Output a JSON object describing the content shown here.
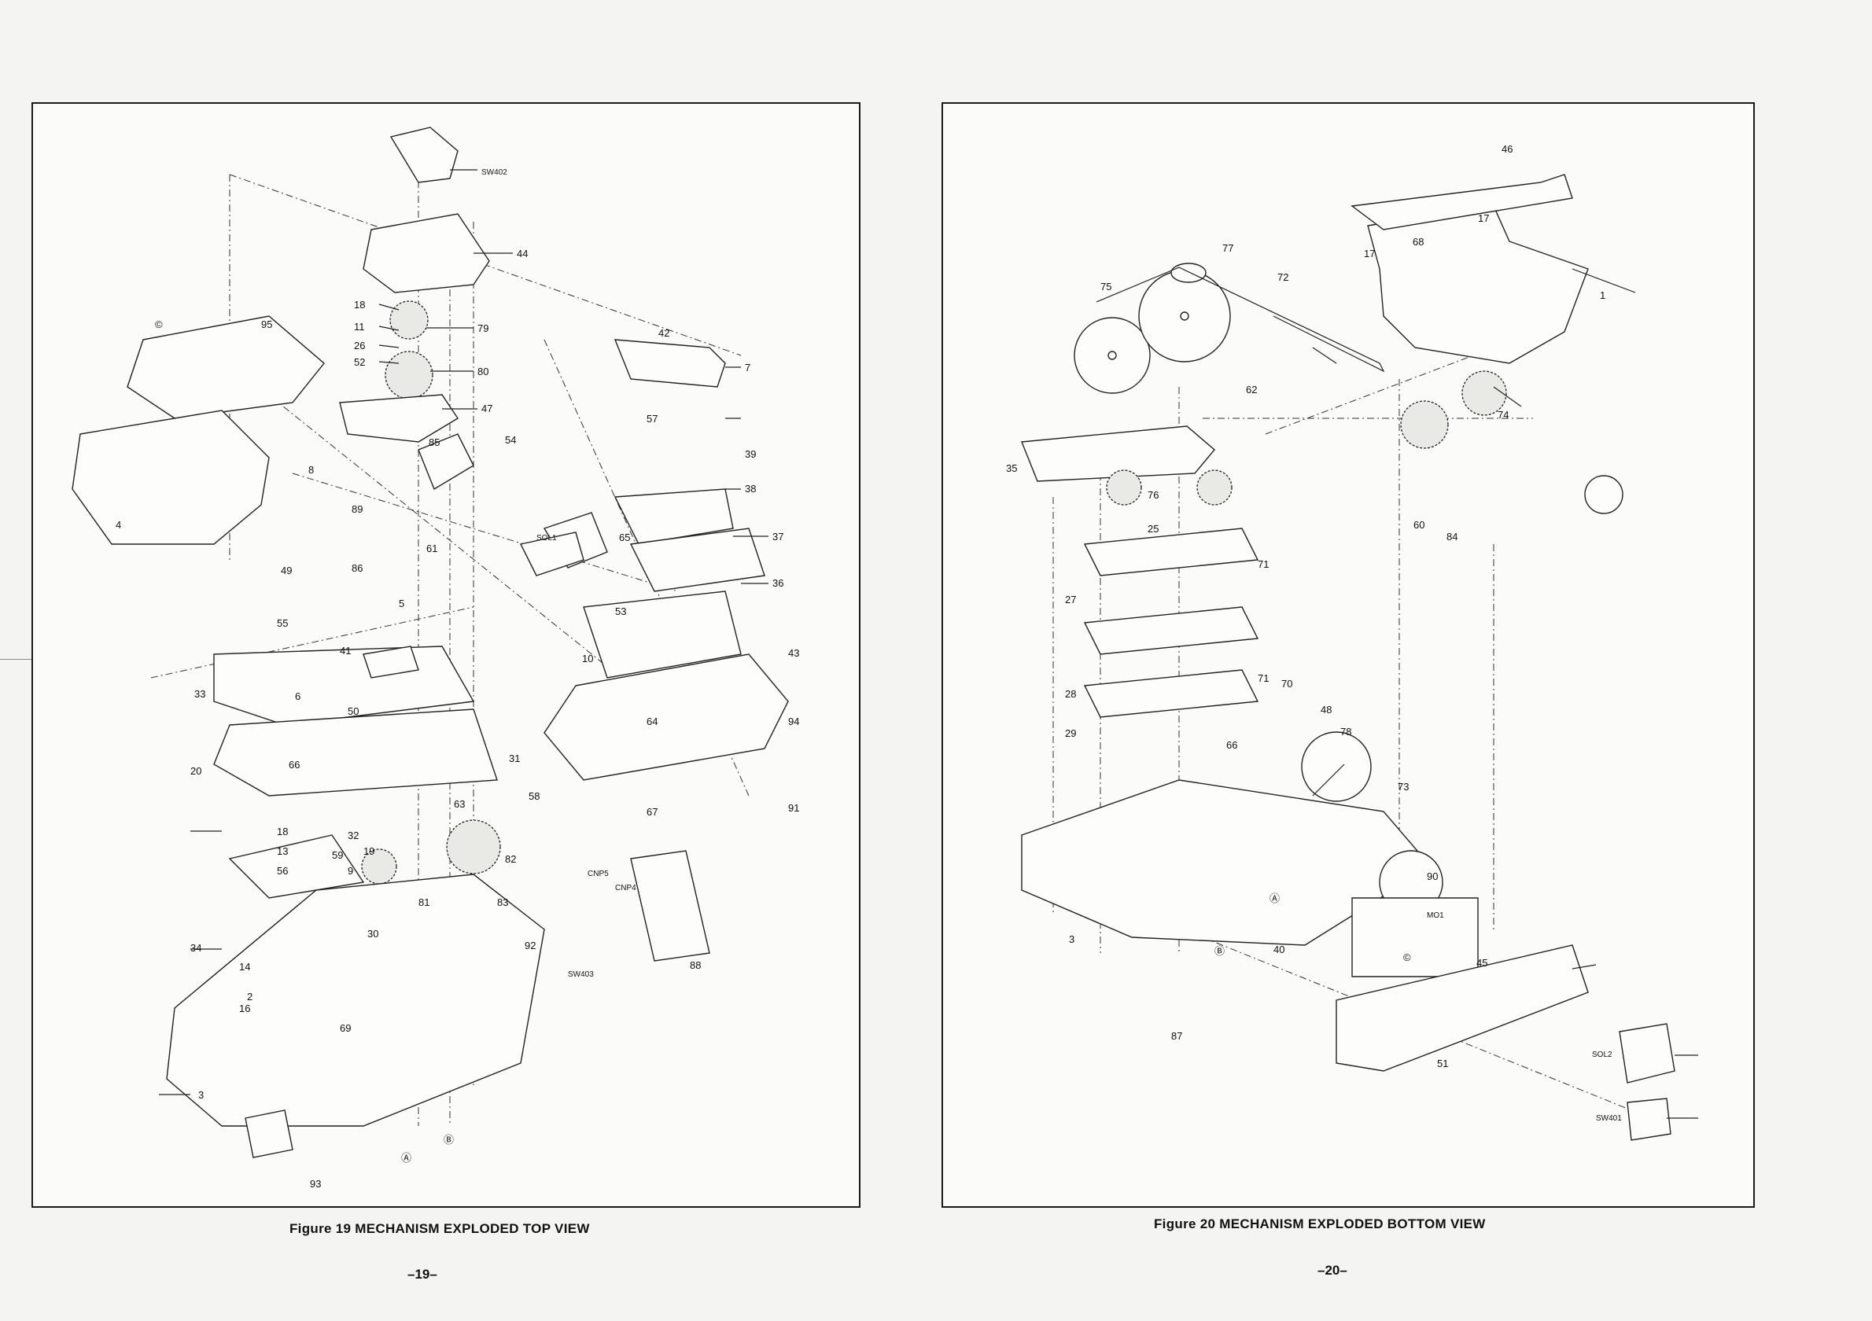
{
  "left_page": {
    "caption": "Figure 19 MECHANISM EXPLODED TOP VIEW",
    "page_number": "–19–",
    "labels": [
      "SW402",
      "44",
      "18",
      "11",
      "26",
      "52",
      "79",
      "80",
      "47",
      "42",
      "7",
      "57",
      "39",
      "38",
      "37",
      "36",
      "43",
      "94",
      "91",
      "95",
      "©",
      "4",
      "8",
      "54",
      "85",
      "89",
      "86",
      "55",
      "41",
      "61",
      "SOL1",
      "65",
      "53",
      "10",
      "64",
      "49",
      "5",
      "6",
      "50",
      "33",
      "20",
      "66",
      "31",
      "58",
      "63",
      "67",
      "18",
      "13",
      "56",
      "59",
      "9",
      "32",
      "19",
      "81",
      "82",
      "30",
      "83",
      "92",
      "CNP5",
      "CNP4",
      "SW403",
      "88",
      "34",
      "14",
      "2",
      "16",
      "69",
      "3",
      "93",
      "Ⓐ",
      "Ⓑ"
    ]
  },
  "right_page": {
    "caption": "Figure 20 MECHANISM EXPLODED BOTTOM VIEW",
    "page_number": "–20–",
    "labels": [
      "46",
      "17",
      "17",
      "68",
      "1",
      "77",
      "72",
      "75",
      "62",
      "74",
      "35",
      "76",
      "25",
      "60",
      "84",
      "71",
      "27",
      "71",
      "28",
      "70",
      "48",
      "29",
      "66",
      "78",
      "73",
      "90",
      "Ⓐ",
      "MO1",
      "40",
      "Ⓑ",
      "3",
      "©",
      "45",
      "87",
      "51",
      "SOL2",
      "SW401"
    ]
  }
}
